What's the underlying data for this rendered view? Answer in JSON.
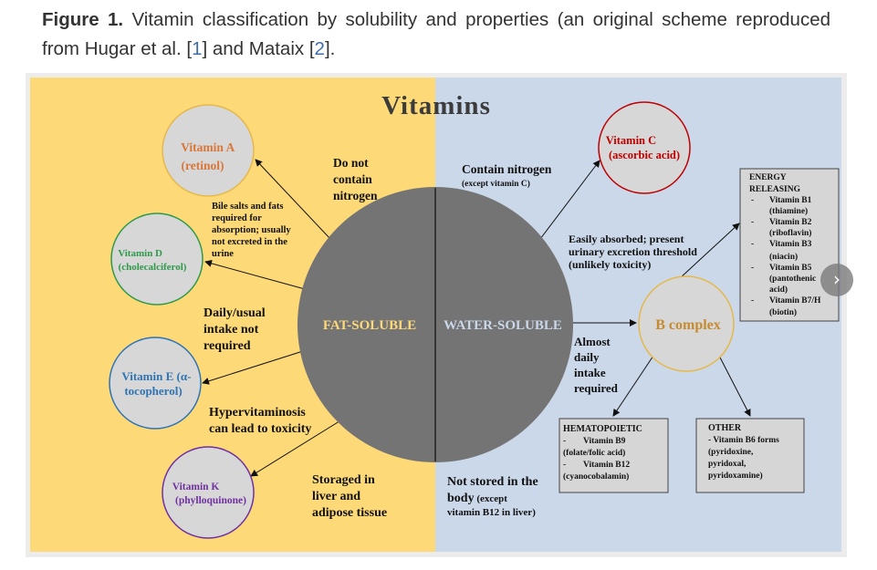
{
  "caption": {
    "label": "Figure 1.",
    "text_a": " Vitamin classification by solubility and properties (an original scheme reproduced from Hugar et al. [",
    "ref1": "1",
    "text_b": "] and Mataix [",
    "ref2": "2",
    "text_c": "]."
  },
  "diagram": {
    "title": "Vitamins",
    "fat_label": "FAT-SOLUBLE",
    "water_label": "WATER-SOLUBLE",
    "vit_a": [
      "Vitamin A",
      "(retinol)"
    ],
    "vit_d": [
      "Vitamin D",
      "(cholecalciferol)"
    ],
    "vit_e": [
      "Vitamin E (α-",
      "tocopherol)"
    ],
    "vit_k": [
      "Vitamin K",
      "(phylloquinone)"
    ],
    "vit_c": [
      "Vitamin C",
      "(ascorbic acid)"
    ],
    "b_complex": "B complex",
    "fat_props": {
      "no_nitrogen": [
        "Do not",
        "contain",
        "nitrogen"
      ],
      "bile": [
        "Bile salts and fats",
        "required for",
        "absorption; usually",
        "not excreted in the",
        "urine"
      ],
      "daily": [
        "Daily/usual",
        "intake not",
        "required"
      ],
      "hyper": [
        "Hypervitaminosis",
        "can lead to toxicity"
      ],
      "storaged": [
        "Storaged in",
        "liver and",
        "adipose tissue"
      ]
    },
    "water_props": {
      "contain_nitrogen": "Contain nitrogen",
      "except_c": "(except vitamin C)",
      "easily": [
        "Easily absorbed; present",
        "urinary excretion threshold",
        "(unlikely toxicity)"
      ],
      "almost": [
        "Almost",
        "daily",
        "intake",
        "required"
      ],
      "not_stored_1": "Not stored in the",
      "not_stored_2a": "body",
      "not_stored_2b": " (except",
      "not_stored_3": "vitamin B12 in liver)"
    },
    "energy_box": {
      "title": [
        "ENERGY",
        "RELEASING"
      ],
      "lines": [
        "Vitamin B1",
        "(thiamine)",
        "Vitamin B2",
        "(riboflavin)",
        "Vitamin B3",
        "(niacin)",
        "Vitamin B5",
        "(pantothenic",
        "acid)",
        "Vitamin B7/H",
        "(biotin)"
      ],
      "bullet": "-"
    },
    "hema_box": {
      "title": "HEMATOPOIETIC",
      "lines": [
        "-",
        "Vitamin B9",
        "(folate/folic acid)",
        "-",
        "Vitamin B12",
        "(cyanocobalamin)"
      ]
    },
    "other_box": {
      "title": "OTHER",
      "lines": [
        "- Vitamin B6 forms",
        "(pyridoxine,",
        "pyridoxal,",
        "pyridoxamine)"
      ]
    },
    "colors": {
      "fat_bg": "#fdd978",
      "water_bg": "#cbd8ea",
      "circle": "#747474",
      "vit_a": "#d9773a",
      "vit_d": "#2e9a4a",
      "vit_e": "#2e74b5",
      "vit_k": "#7030a0",
      "vit_c": "#c00000",
      "b_complex": "#c78b2f"
    }
  },
  "next_button_icon": "chevron-right-icon"
}
